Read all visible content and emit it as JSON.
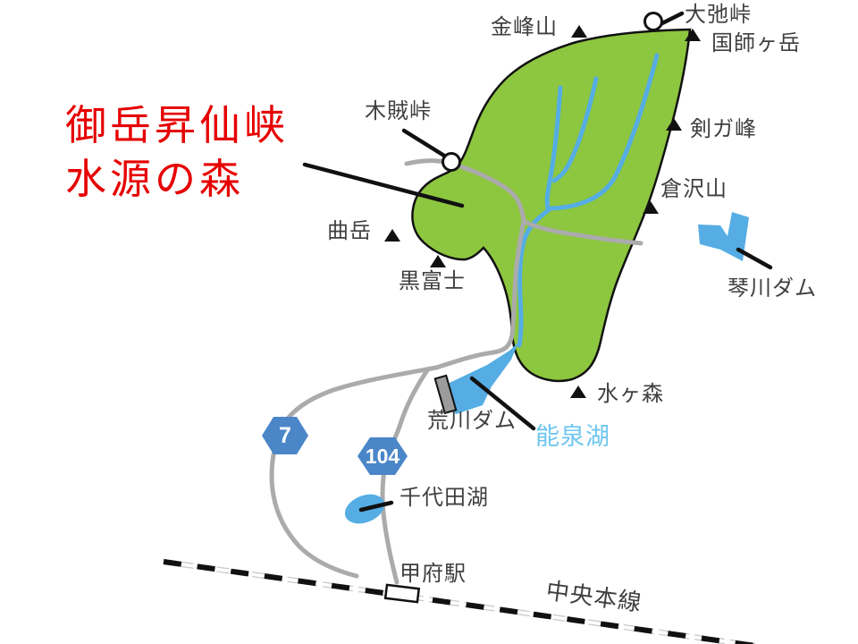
{
  "title": {
    "line1": "御岳昇仙峡",
    "line2": "水源の森"
  },
  "labels": {
    "kinpusan": "金峰山",
    "odarumi_pass": "大弛峠",
    "kokushigatake": "国師ヶ岳",
    "tokusa_pass": "木賊峠",
    "kengamine": "剣ガ峰",
    "kurasawayama": "倉沢山",
    "kotogawa_dam": "琴川ダム",
    "magaridake": "曲岳",
    "kurofuji": "黒富士",
    "mizugamori": "水ヶ森",
    "arakawa_dam": "荒川ダム",
    "nosenko_lake": "能泉湖",
    "chiyodako_lake": "千代田湖",
    "kofu_station": "甲府駅",
    "chuo_main_line": "中央本線"
  },
  "route_badges": {
    "route7": "7",
    "route104": "104"
  },
  "colors": {
    "forest_green": "#8dc63f",
    "river_blue": "#55ade4",
    "badge_blue": "#4a86c8",
    "lake_label_blue": "#6ec5ef",
    "road_gray": "#ababab",
    "title_red": "#e60000",
    "label_dark": "#3f3f3f"
  },
  "icons": {
    "peak_marker": "black-triangle",
    "pass_marker": "white-circle",
    "railway": "black-dashed-line",
    "station_marker": "white-rectangle"
  }
}
